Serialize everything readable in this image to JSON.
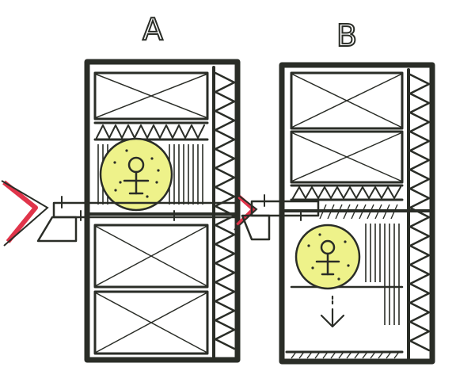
{
  "diagram": {
    "panels": [
      {
        "id": "A",
        "label": "A"
      },
      {
        "id": "B",
        "label": "B"
      }
    ],
    "colors": {
      "ink": "#2a2d27",
      "paper": "#ffffff",
      "highlight": "#eef28a",
      "accent": "#e0344a"
    },
    "icons": [
      "person-symbol-icon",
      "entry-arrow-icon",
      "down-arrow-icon"
    ]
  }
}
